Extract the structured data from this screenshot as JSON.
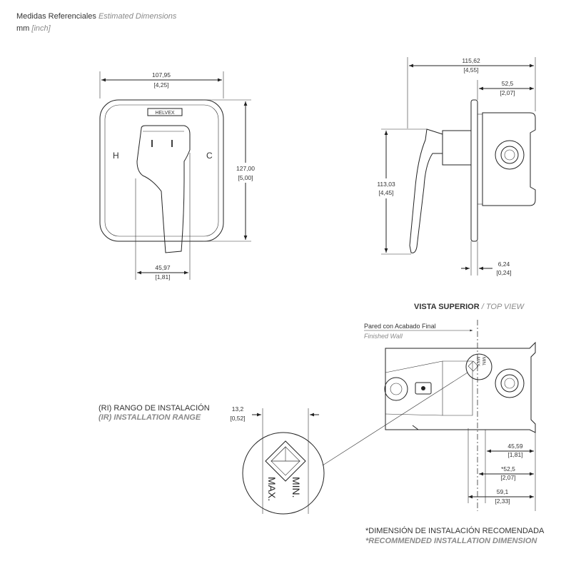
{
  "header": {
    "title_es": "Medidas Referenciales",
    "title_en": "Estimated Dimensions",
    "unit_mm": "mm",
    "unit_inch": "[inch]"
  },
  "front_view": {
    "handle_left_label": "H",
    "handle_right_label": "C",
    "width_mm": "107,95",
    "width_in": "[4,25]",
    "height_mm": "127,00",
    "height_in": "[5,00]",
    "handle_width_mm": "45,97",
    "handle_width_in": "[1,81]",
    "logo_text": "HELVEX"
  },
  "side_view": {
    "depth_mm": "115,62",
    "depth_in": "[4,55]",
    "body_depth_mm": "52,5",
    "body_depth_in": "[2,07]",
    "height_mm": "113,03",
    "height_in": "[4,45]",
    "plate_mm": "6,24",
    "plate_in": "[0,24]"
  },
  "top_view": {
    "title_es": "VISTA SUPERIOR",
    "title_en": "/ TOP VIEW",
    "wall_es": "Pared con Acabado Final",
    "wall_en": "Finished Wall",
    "min_label": "MIN.",
    "max_label": "MAX.",
    "dim1_mm": "45,59",
    "dim1_in": "[1,81]",
    "dim2_mm": "*52,5",
    "dim2_in": "[2,07]",
    "dim3_mm": "59,1",
    "dim3_in": "[2,33]"
  },
  "install_range": {
    "label_es_prefix": "(RI)",
    "label_es": "RANGO DE INSTALACIÓN",
    "label_en_prefix": "(IR)",
    "label_en": "INSTALLATION RANGE",
    "range_mm": "13,2",
    "range_in": "[0,52]",
    "min_label": "MIN.",
    "max_label": "MAX."
  },
  "footnote": {
    "es": "*DIMENSIÓN DE INSTALACIÓN RECOMENDADA",
    "en": "*RECOMMENDED INSTALLATION DIMENSION"
  }
}
